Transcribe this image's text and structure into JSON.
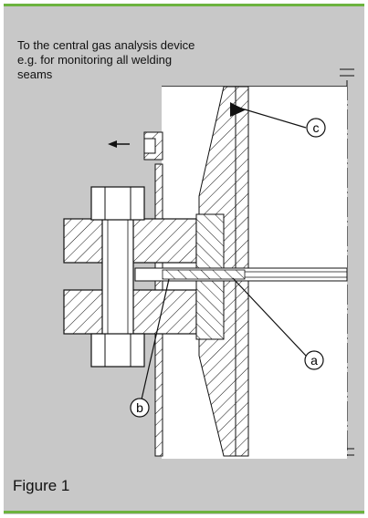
{
  "note_text": "To the central gas analysis device e.g. for monitoring all welding seams",
  "figure_label": "Figure 1",
  "callouts": {
    "a": "a",
    "b": "b",
    "c": "c"
  },
  "colors": {
    "background_panel": "#c8c8c8",
    "accent_rule": "#6cb33f",
    "drawing_stroke": "#111111",
    "drawing_fill": "#ffffff"
  },
  "icons": [
    "arrow-left-icon",
    "break-mark-icon"
  ]
}
